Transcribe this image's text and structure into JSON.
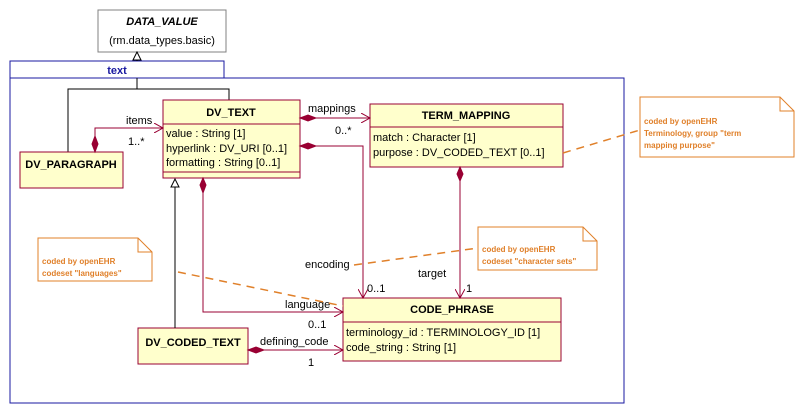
{
  "base_class": {
    "name": "DATA_VALUE",
    "package": "(rm.data_types.basic)"
  },
  "package": {
    "name": "text"
  },
  "classes": {
    "dv_text": {
      "name": "DV_TEXT",
      "attrs": [
        "value : String [1]",
        "hyperlink : DV_URI [0..1]",
        "formatting : String [0..1]"
      ]
    },
    "term_mapping": {
      "name": "TERM_MAPPING",
      "attrs": [
        "match : Character [1]",
        "purpose : DV_CODED_TEXT [0..1]"
      ]
    },
    "dv_paragraph": {
      "name": "DV_PARAGRAPH"
    },
    "dv_coded_text": {
      "name": "DV_CODED_TEXT"
    },
    "code_phrase": {
      "name": "CODE_PHRASE",
      "attrs": [
        "terminology_id : TERMINOLOGY_ID [1]",
        "code_string : String [1]"
      ]
    }
  },
  "labels": {
    "items": "items",
    "items_mult": "1..*",
    "mappings": "mappings",
    "mappings_mult": "0..*",
    "encoding": "encoding",
    "encoding_mult": "0..1",
    "target": "target",
    "target_mult": "1",
    "language": "language",
    "language_mult": "0..1",
    "defining_code": "defining_code",
    "defining_code_mult": "1"
  },
  "notes": {
    "term_purpose": [
      "coded by openEHR",
      "Terminology, group \"term",
      "mapping purpose\""
    ],
    "character_sets": [
      "coded by openEHR",
      "codeset \"character sets\""
    ],
    "languages": [
      "coded by openEHR",
      "codeset \"languages\""
    ]
  },
  "colors": {
    "class_fill": "#ffffcc",
    "class_border": "#990033",
    "package_border": "#1a1aa0",
    "note_border": "#e0802a",
    "note_text": "#e0802a"
  }
}
